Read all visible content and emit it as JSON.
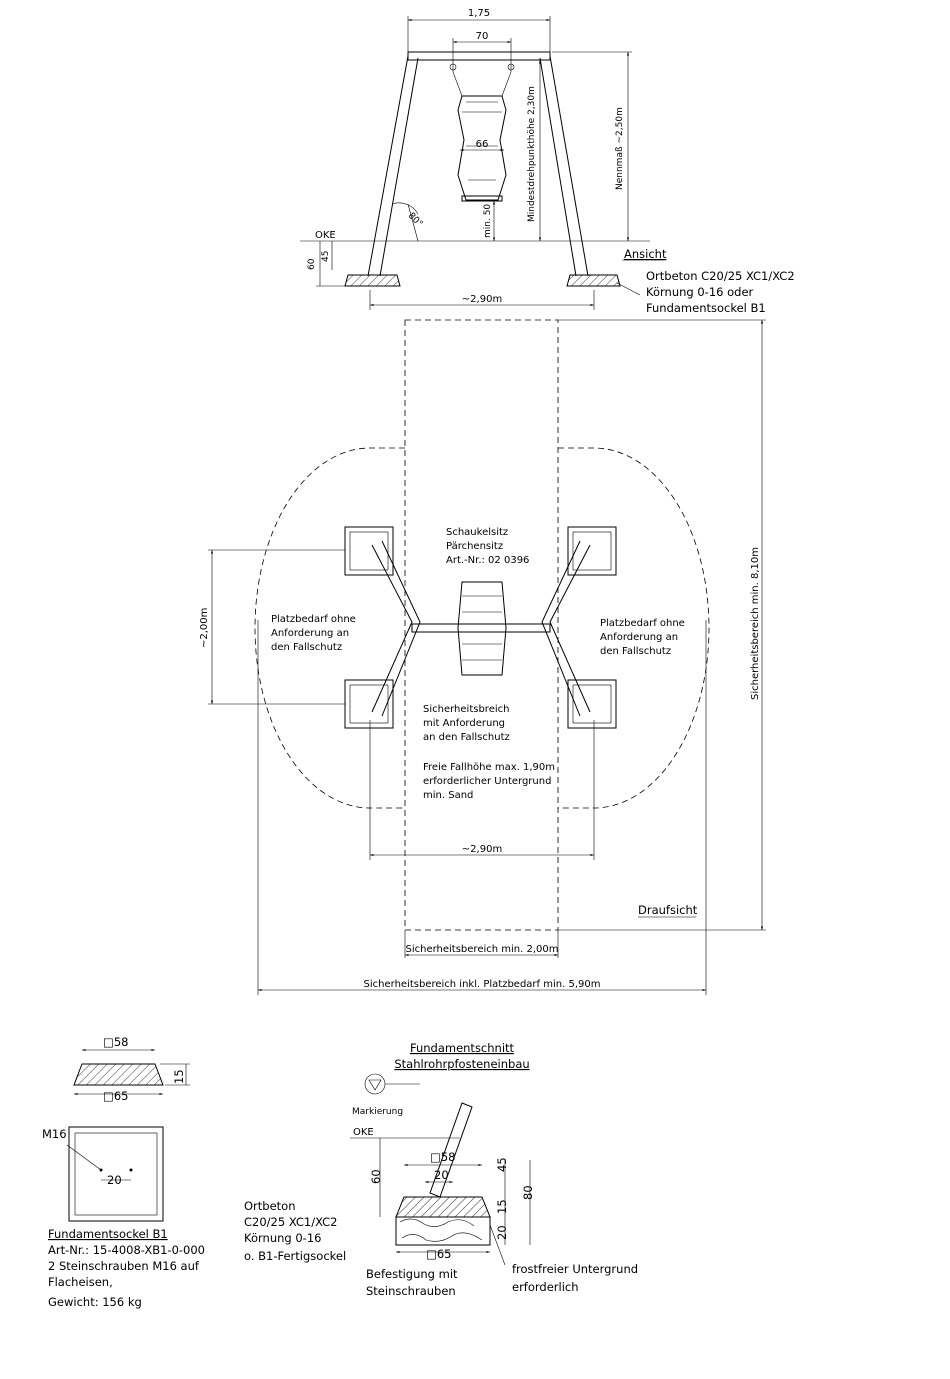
{
  "elevation": {
    "dim_total_width": "1,75",
    "dim_seat_width": "70",
    "dim_seat_inner": "66",
    "dim_pivot_height": "Mindestdrehpunkthöhe 2,30m",
    "dim_nominal_height": "Nennmaß ~2,50m",
    "dim_min_ground": "min. 50",
    "angle": "80°",
    "oke": "OKE",
    "dim_60": "60",
    "dim_45": "45",
    "dim_footing_spacing": "~2,90m",
    "view_label": "Ansicht",
    "concrete_note": [
      "Ortbeton C20/25 XC1/XC2",
      "Körnung 0-16 oder",
      "Fundamentsockel B1"
    ]
  },
  "plan": {
    "seat_title": [
      "Schaukelsitz",
      "Pärchensitz",
      "Art.-Nr.: 02 0396"
    ],
    "space_left": [
      "Platzbedarf ohne",
      "Anforderung an",
      "den Fallschutz"
    ],
    "space_right": [
      "Platzbedarf ohne",
      "Anforderung an",
      "den Fallschutz"
    ],
    "safety_zone": [
      "Sicherheitsbreich",
      "mit Anforderung",
      "an den Fallschutz"
    ],
    "fall_height": [
      "Freie Fallhöhe max. 1,90m",
      "erforderlicher Untergrund",
      "min. Sand"
    ],
    "dim_post_spacing": "~2,00m",
    "dim_foot_spacing": "~2,90m",
    "dim_safety_length": "Sicherheitsbereich min. 8,10m",
    "dim_safety_width": "Sicherheitsbereich min. 2,00m",
    "dim_total_width": "Sicherheitsbereich inkl. Platzbedarf min. 5,90m",
    "view_label": "Draufsicht"
  },
  "footing": {
    "dim_top": "□58",
    "dim_bottom": "□65",
    "dim_height": "15",
    "bolt_label": "M16",
    "dim_bolt": "20",
    "caption": [
      "Fundamentsockel B1",
      "Art-Nr.: 15-4008-XB1-0-000",
      "2 Steinschrauben M16 auf",
      "Flacheisen,",
      "Gewicht: 156 kg"
    ]
  },
  "section": {
    "title": [
      "Fundamentschnitt",
      "Stahlrohrpfosteneinbau"
    ],
    "marker": "Markierung",
    "oke": "OKE",
    "dim_top": "□58",
    "dim_bolt": "20",
    "dim_60": "60",
    "dim_45": "45",
    "dim_80": "80",
    "dim_15": "15",
    "dim_20": "20",
    "dim_bottom": "□65",
    "concrete_note": [
      "Ortbeton",
      "C20/25 XC1/XC2",
      "Körnung 0-16",
      "o. B1-Fertigsockel"
    ],
    "fastening_note": [
      "Befestigung mit",
      "Steinschrauben"
    ],
    "ground_note": [
      "frostfreier Untergrund",
      "erforderlich"
    ]
  }
}
